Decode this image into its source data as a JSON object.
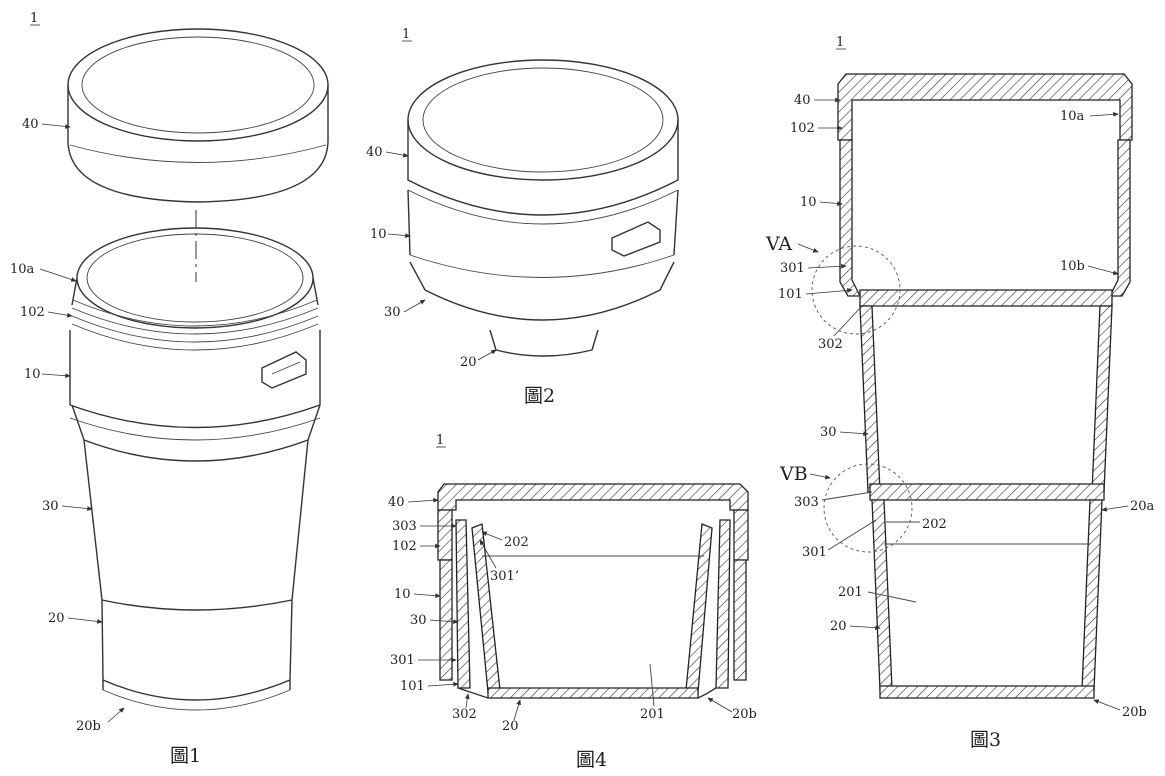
{
  "sheet_marker": "1",
  "figures": {
    "fig1": {
      "caption": "圖1",
      "marker": "1",
      "labels": {
        "l40": "40",
        "l10a": "10a",
        "l102": "102",
        "l10": "10",
        "l30": "30",
        "l20": "20",
        "l20b": "20b"
      }
    },
    "fig2": {
      "caption": "圖2",
      "marker": "1",
      "labels": {
        "l40": "40",
        "l10": "10",
        "l30": "30",
        "l20": "20"
      }
    },
    "fig3": {
      "caption": "圖3",
      "marker": "1",
      "labels": {
        "l40": "40",
        "l102": "102",
        "l10a": "10a",
        "l10": "10",
        "lVA": "VA",
        "l301": "301",
        "l10b": "10b",
        "l101": "101",
        "l302": "302",
        "l30": "30",
        "lVB": "VB",
        "l303": "303",
        "l20a": "20a",
        "l202": "202",
        "l301b": "301",
        "l201": "201",
        "l20": "20",
        "l20b": "20b"
      }
    },
    "fig4": {
      "caption": "圖4",
      "marker": "1",
      "labels": {
        "l40": "40",
        "l303": "303",
        "l202": "202",
        "l102": "102",
        "l301p": "301’",
        "l10": "10",
        "l30": "30",
        "l301": "301",
        "l101": "101",
        "l302": "302",
        "l20": "20",
        "l201": "201",
        "l20b": "20b"
      }
    }
  }
}
